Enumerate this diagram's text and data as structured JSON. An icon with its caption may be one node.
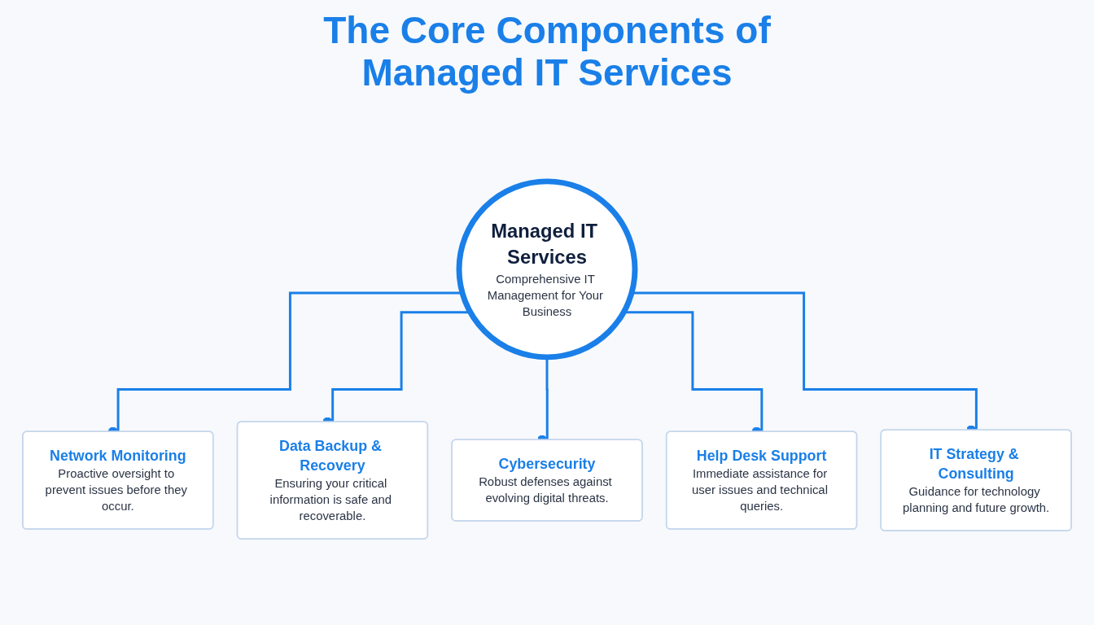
{
  "diagram": {
    "title": "The Core Components of Managed IT Services",
    "nodes": [
      {
        "text": [
          "Managed IT Services",
          "Comprehensive IT Management for Your Business"
        ]
      },
      {
        "text": [
          "Network Monitoring",
          "Proactive oversight to prevent issues before they occur."
        ]
      },
      {
        "text": [
          "Data Backup & Recovery",
          "Ensuring your critical information is safe and recoverable."
        ]
      },
      {
        "text": [
          "Cybersecurity",
          "Robust defenses against evolving digital threats."
        ]
      },
      {
        "text": [
          "Help Desk Support",
          "Immediate assistance for user issues and technical queries."
        ]
      },
      {
        "text": [
          "IT Strategy & Consulting",
          "Guidance for technology planning and future growth."
        ]
      }
    ],
    "edges": [
      {
        "from": 0,
        "to": 1,
        "arrow": "other"
      },
      {
        "from": 0,
        "to": 2,
        "arrow": "other"
      },
      {
        "from": 0,
        "to": 3,
        "arrow": "other"
      },
      {
        "from": 0,
        "to": 4,
        "arrow": "other"
      },
      {
        "from": 0,
        "to": 5,
        "arrow": "other"
      }
    ]
  }
}
